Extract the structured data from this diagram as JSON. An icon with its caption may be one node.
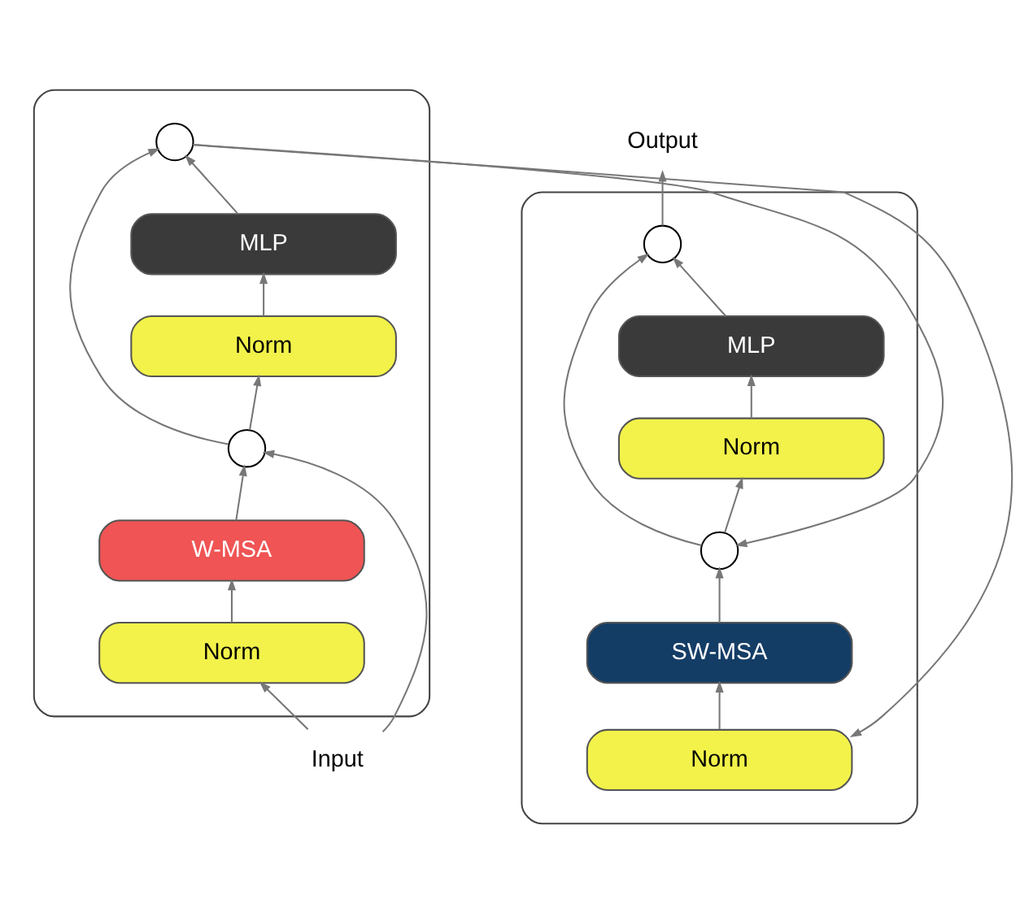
{
  "diagram": {
    "nodes": [
      {
        "text": [
          "Input"
        ]
      },
      {
        "text": [],
        "shape": "box"
      },
      {
        "text": [
          "Norm"
        ],
        "in": 1
      },
      {
        "text": [
          "W-MSA"
        ],
        "in": 1
      },
      {
        "text": [],
        "shape": "circle",
        "in": 1
      },
      {
        "text": [
          "Norm"
        ],
        "in": 1
      },
      {
        "text": [
          "MLP"
        ],
        "in": 1
      },
      {
        "text": [],
        "shape": "circle",
        "in": 1
      },
      {
        "text": [],
        "shape": "box"
      },
      {
        "text": [
          "Norm"
        ],
        "in": 8
      },
      {
        "text": [
          "SW-MSA"
        ],
        "in": 8
      },
      {
        "text": [],
        "shape": "circle",
        "in": 8
      },
      {
        "text": [
          "Norm"
        ],
        "in": 8
      },
      {
        "text": [
          "MLP"
        ],
        "in": 8
      },
      {
        "text": [],
        "shape": "circle",
        "in": 8
      },
      {
        "text": [
          "Output"
        ]
      }
    ],
    "edges": [
      {
        "from": 0,
        "to": 2,
        "arrow": "to"
      },
      {
        "from": 2,
        "to": 3,
        "arrow": "to"
      },
      {
        "from": 3,
        "to": 7,
        "arrow": "to"
      },
      {
        "from": 0,
        "to": 7,
        "arrow": "to"
      },
      {
        "from": 7,
        "to": 5,
        "arrow": "to"
      },
      {
        "from": 5,
        "to": 6,
        "arrow": "to"
      },
      {
        "from": 6,
        "to": 4,
        "arrow": "to"
      },
      {
        "from": 7,
        "to": 4,
        "arrow": "to"
      },
      {
        "from": 4,
        "to": 9,
        "arrow": "to"
      },
      {
        "from": 9,
        "to": 10,
        "arrow": "to"
      },
      {
        "from": 10,
        "to": 14,
        "arrow": "to"
      },
      {
        "from": 4,
        "to": 14,
        "arrow": "to"
      },
      {
        "from": 14,
        "to": 12,
        "arrow": "to"
      },
      {
        "from": 12,
        "to": 13,
        "arrow": "to"
      },
      {
        "from": 13,
        "to": 11,
        "arrow": "to"
      },
      {
        "from": 14,
        "to": 11,
        "arrow": "to"
      },
      {
        "from": 11,
        "to": 15,
        "arrow": "to"
      }
    ]
  }
}
